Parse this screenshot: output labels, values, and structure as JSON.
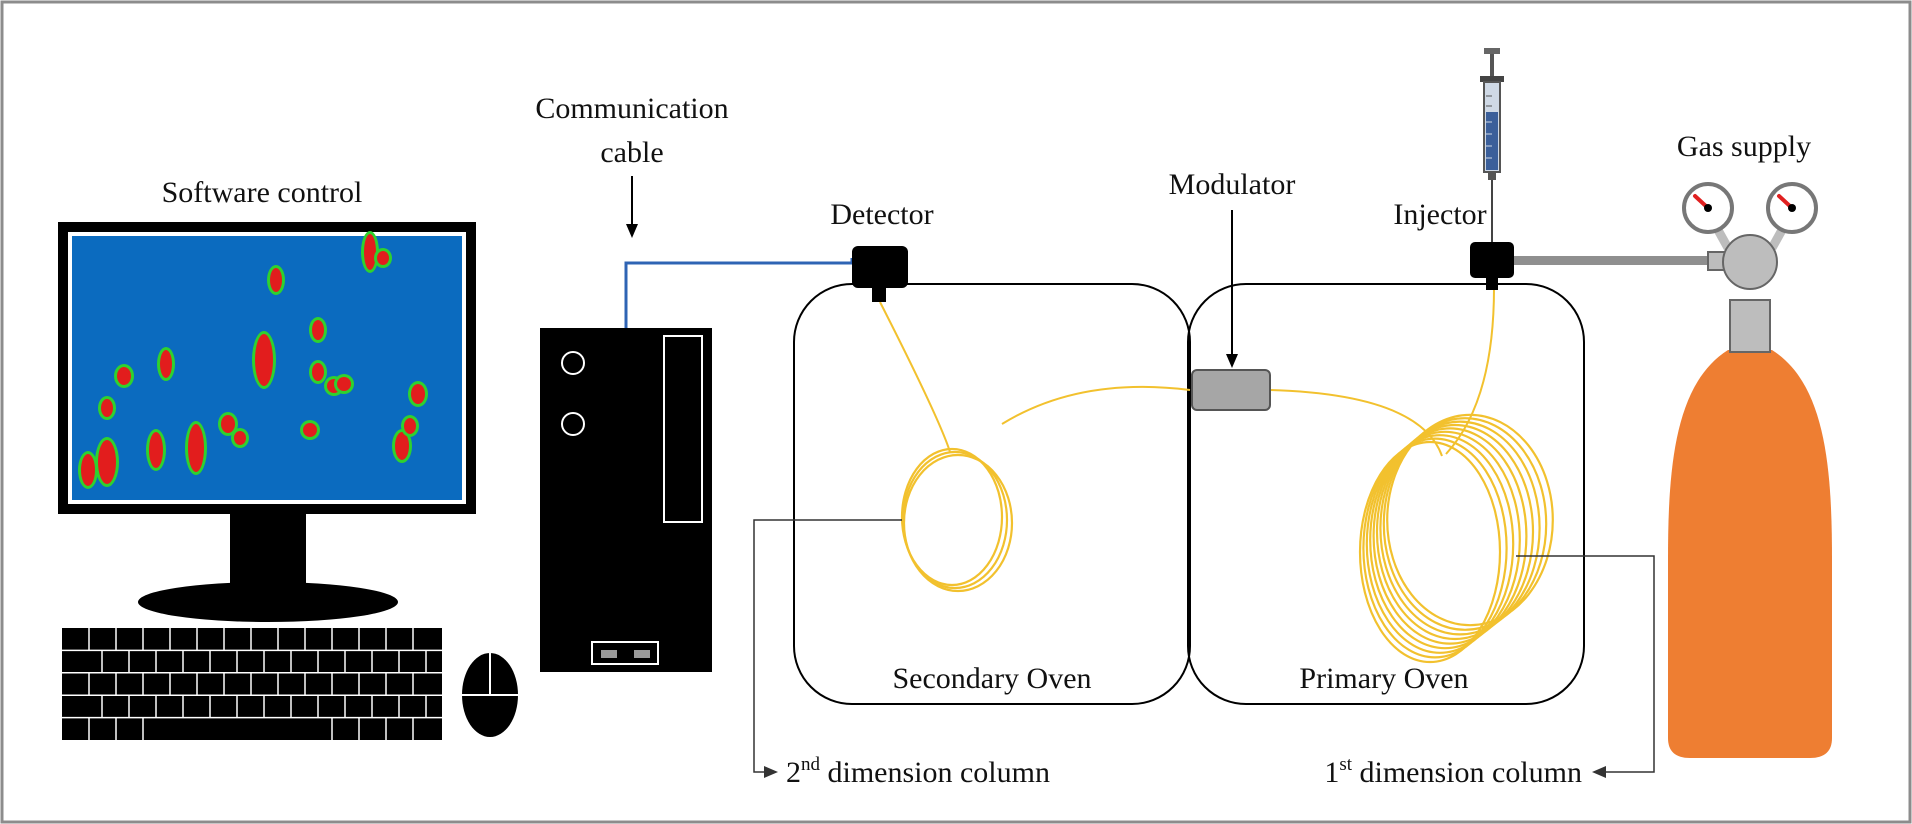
{
  "labels": {
    "software_control": "Software control",
    "communication_line1": "Communication",
    "communication_line2": "cable",
    "detector": "Detector",
    "modulator": "Modulator",
    "injector": "Injector",
    "gas_supply": "Gas supply",
    "secondary_oven": "Secondary Oven",
    "primary_oven": "Primary Oven",
    "second_dim_num": "2",
    "second_dim_sup": "nd",
    "second_dim_text": " dimension column",
    "first_dim_num": "1",
    "first_dim_sup": "st",
    "first_dim_text": " dimension column"
  },
  "colors": {
    "screen": "#0b6bbf",
    "spot_core": "#e21d1d",
    "spot_halo": "#2fd12f",
    "cable": "#2f64b4",
    "column": "#f2c12e",
    "modulator": "#a6a6a6",
    "cylinder": "#ee7e32",
    "regulator": "#bdbdbd",
    "gauge_needle": "#e02020"
  }
}
